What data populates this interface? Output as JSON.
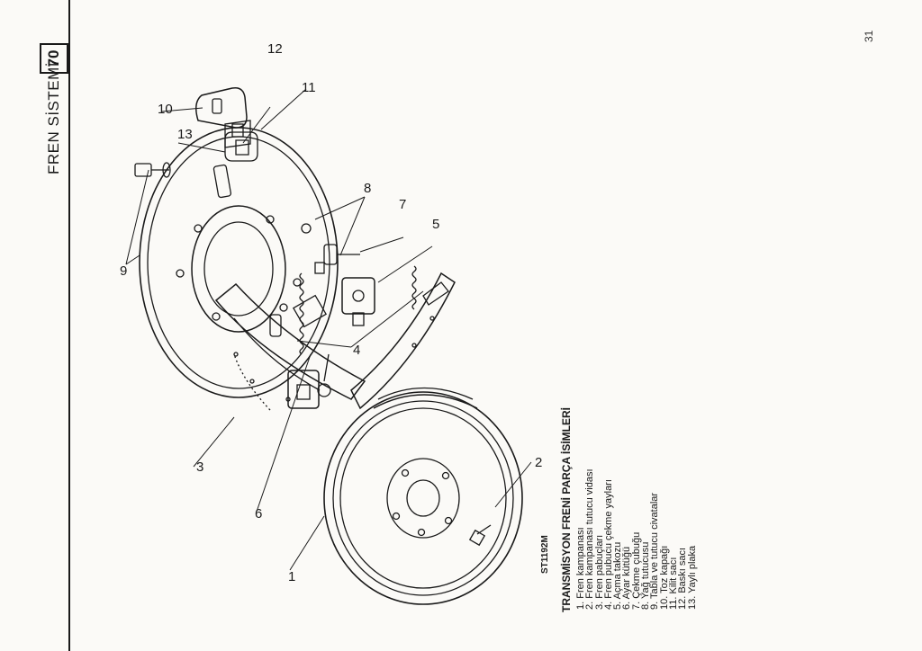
{
  "header": {
    "section_title": "FREN SİSTEMİ",
    "section_number": "70"
  },
  "page_number": "31",
  "figure": {
    "code": "ST1192M",
    "callouts": {
      "c1": "1",
      "c2": "2",
      "c3": "3",
      "c4": "4",
      "c5": "5",
      "c6": "6",
      "c7": "7",
      "c8": "8",
      "c9": "9",
      "c10": "10",
      "c11": "11",
      "c12": "12",
      "c13": "13"
    }
  },
  "parts_list": {
    "title": "TRANSMİSYON FRENİ PARÇA İSİMLERİ",
    "items": [
      "1. Fren kampanası",
      "2. Fren kampanası tutucu vidası",
      "3. Fren pabuçları",
      "4. Fren pubucu çekme yayları",
      "5. Açma takozu",
      "6. Ayar kütüğü",
      "7. Çekme çubuğu",
      "8. Yağ tutucusu",
      "9. Tabla ve tutucu civatalar",
      "10. Toz kapağı",
      "11. Kilit sacı",
      "12. Baskı sacı",
      "13. Yaylı plaka"
    ]
  }
}
